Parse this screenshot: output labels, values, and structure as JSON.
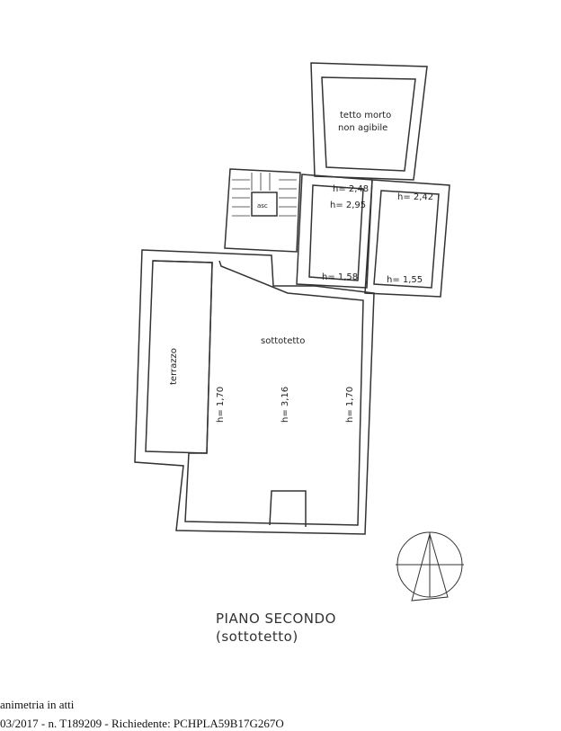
{
  "plan": {
    "rooms": {
      "dead_roof": "tetto morto",
      "dead_roof_2": "non agibile",
      "lift": "asc",
      "attic": "sottotetto",
      "terrace": "terrazzo"
    },
    "heights": {
      "h1": "h= 2,48",
      "h2": "h= 2,95",
      "h3": "h= 2,42",
      "h4": "h= 1,58",
      "h5": "h= 1,55",
      "h6": "h= 1,70",
      "h7": "h= 3,16",
      "h8": "h= 1,70"
    },
    "title": "PIANO SECONDO",
    "subtitle": "(sottotetto)"
  },
  "footer": {
    "line1": "animetria in atti",
    "line2": "03/2017 - n. T189209 - Richiedente: PCHPLA59B17G267O"
  }
}
